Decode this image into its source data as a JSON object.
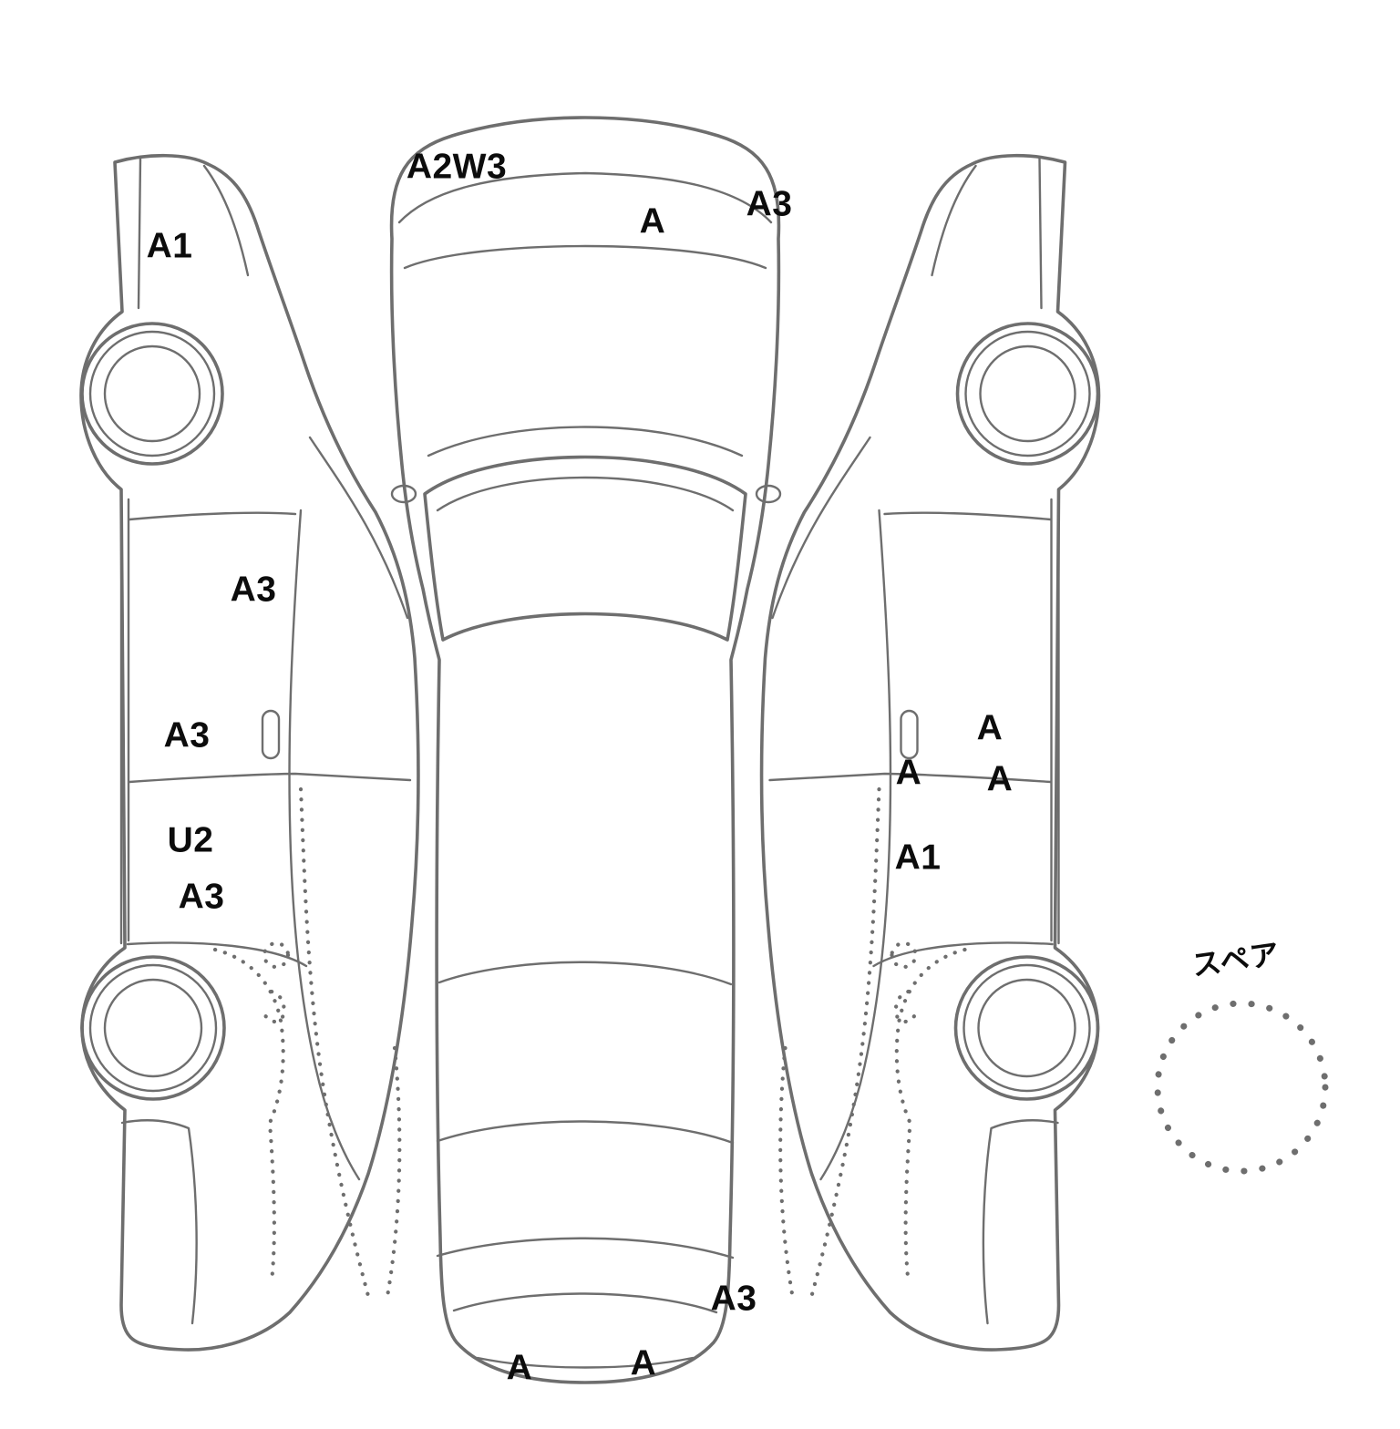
{
  "colors": {
    "line": "#6e6e6e",
    "label": "#0c0c0c"
  },
  "top_view": {
    "front_left": "A2W3",
    "front_center": "A",
    "front_right": "A3",
    "rear_right": "A3",
    "rear_center": "A",
    "rear_left": "A"
  },
  "left_view": {
    "front_fender": "A1",
    "front_door_upper": "A3",
    "front_door_lower": "A3",
    "rocker": "U2",
    "rear_door_lower": "A3"
  },
  "right_view": {
    "door_upper": "A",
    "door_center": "A",
    "door_right": "A",
    "rear_quarter": "A1"
  },
  "spare": {
    "label": "スペア"
  }
}
